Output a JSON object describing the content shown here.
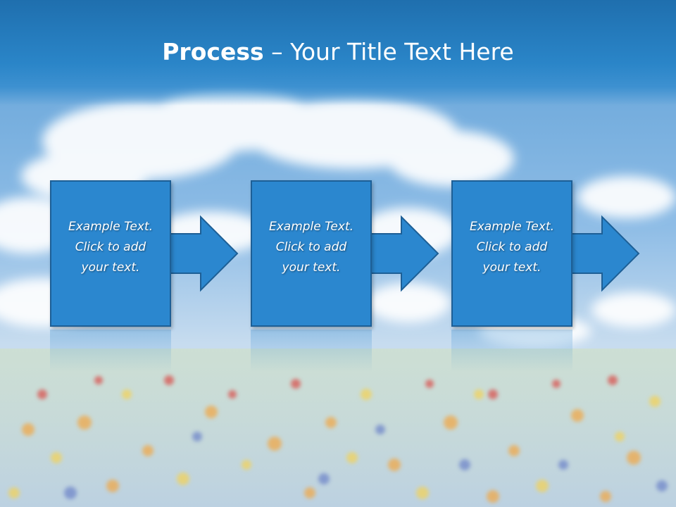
{
  "slide": {
    "title_bold": "Process",
    "title_rest": " – Your Title Text Here"
  },
  "steps": [
    {
      "lines": [
        "Example Text.",
        "Click  to add",
        "your text."
      ]
    },
    {
      "lines": [
        "Example Text.",
        "Click  to add",
        "your text."
      ]
    },
    {
      "lines": [
        "Example Text.",
        "Click  to add",
        "your text."
      ]
    }
  ],
  "colors": {
    "title_band": "#2a85c8",
    "step_fill": "#2b87cf",
    "step_border": "#1d5f96",
    "text": "#ffffff"
  }
}
